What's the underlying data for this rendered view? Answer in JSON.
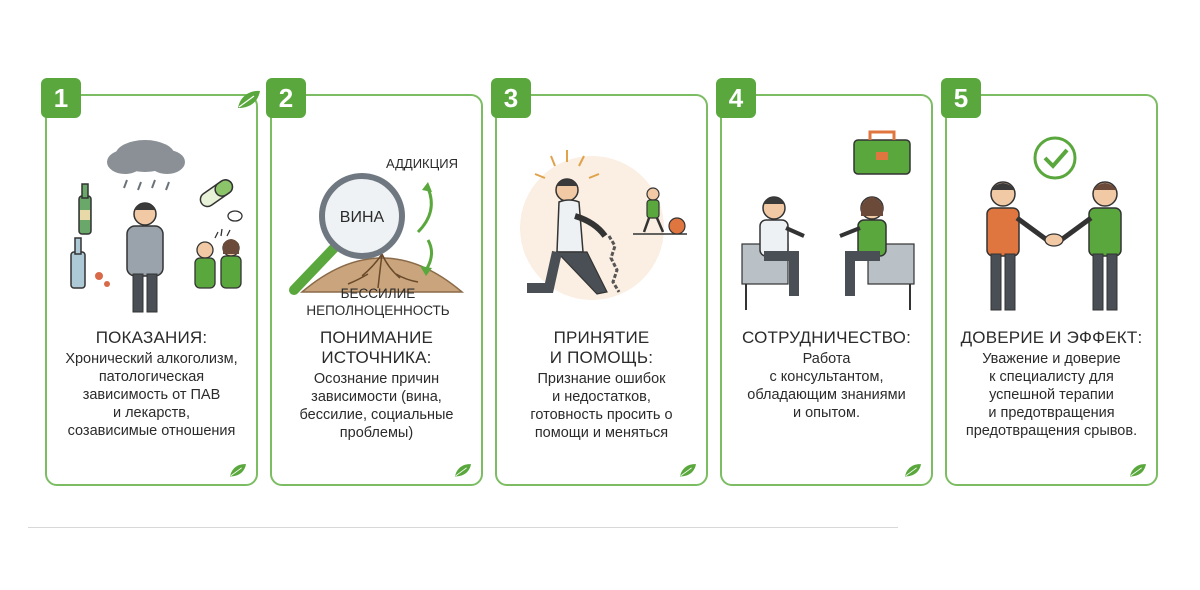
{
  "steps": [
    {
      "number": "1",
      "title_lines": [
        "ПОКАЗАНИЯ:"
      ],
      "body_lines": [
        "Хронический алкоголизм,",
        "патологическая",
        "зависимость от ПАВ",
        "и лекарств,",
        "созависимые отношения"
      ]
    },
    {
      "number": "2",
      "title_lines": [
        "ПОНИМАНИЕ",
        "ИСТОЧНИКА:"
      ],
      "body_lines": [
        "Осознание причин",
        "зависимости (вина,",
        "бессилие, социальные",
        "проблемы)"
      ]
    },
    {
      "number": "3",
      "title_lines": [
        "ПРИНЯТИЕ",
        "И ПОМОЩЬ:"
      ],
      "body_lines": [
        "Признание ошибок",
        "и недостатков,",
        "готовность просить о",
        "помощи и меняться"
      ]
    },
    {
      "number": "4",
      "title_lines": [
        "СОТРУДНИЧЕСТВО:"
      ],
      "body_lines": [
        "Работа",
        "с консультантом,",
        "обладающим знаниями",
        "и опытом."
      ]
    },
    {
      "number": "5",
      "title_lines": [
        "ДОВЕРИЕ И ЭФФЕКТ:"
      ],
      "body_lines": [
        "Уважение и доверие",
        "к специалисту для",
        "успешной терапии",
        "и предотвращения",
        "предотвращения срывов."
      ]
    }
  ],
  "illustration2": {
    "magnifier_label": "ВИНА",
    "arrow_label": "АДДИКЦИЯ",
    "roots_label_1": "БЕССИЛИЕ",
    "roots_label_2": "НЕПОЛНОЦЕННОСТЬ"
  },
  "colors": {
    "accent": "#5aa83d",
    "border": "#7cbd63",
    "text": "#2b2b2b",
    "shirt_green": "#4e9a3c",
    "orange": "#e0763f"
  }
}
